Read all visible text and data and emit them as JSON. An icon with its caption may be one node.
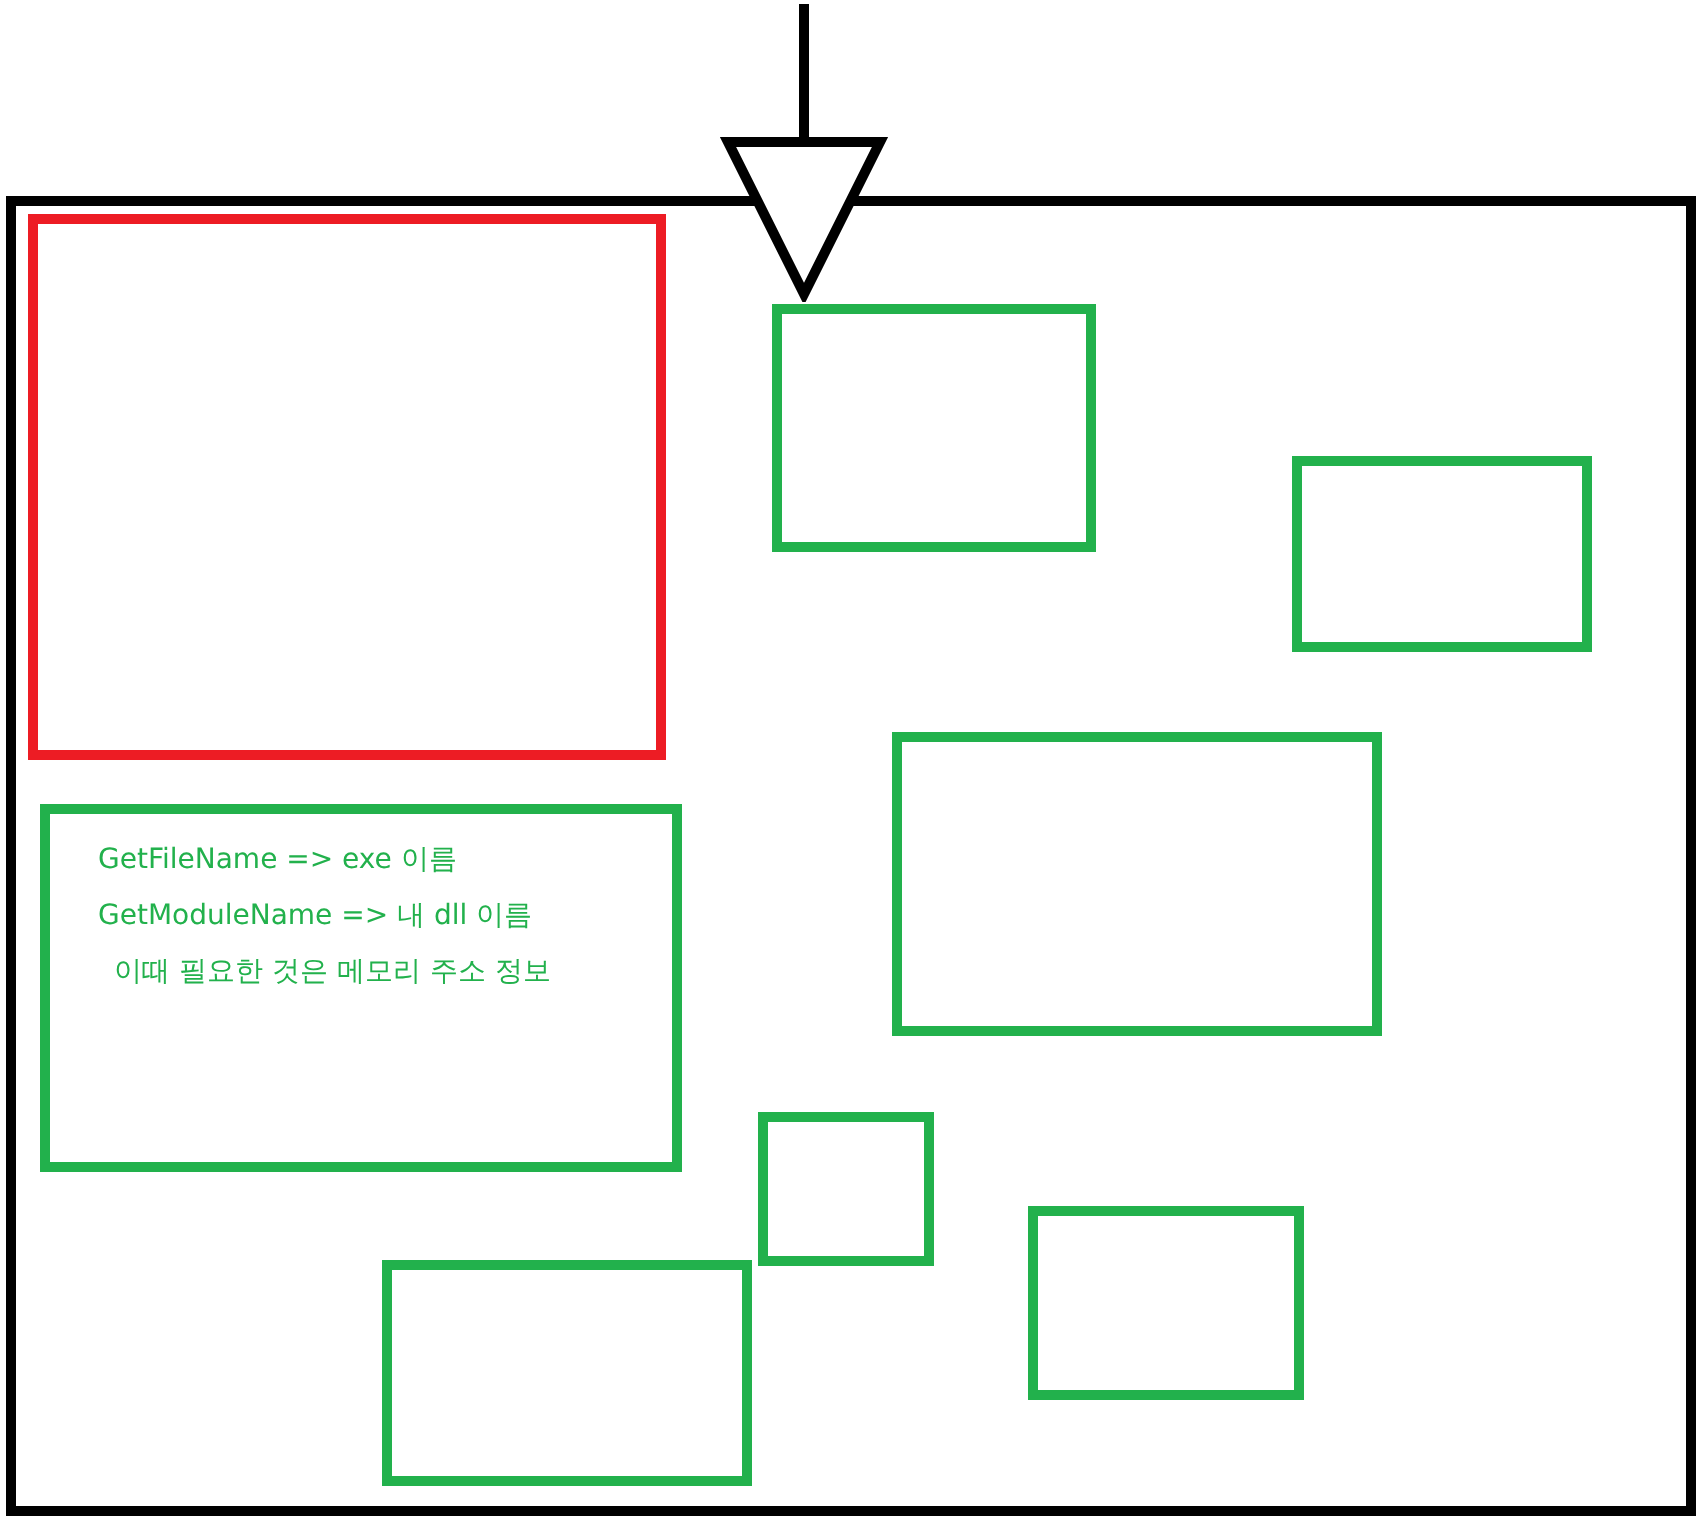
{
  "diagram": {
    "nodes": [
      {
        "text": [],
        "shape": "box"
      },
      {
        "text": [],
        "shape": "box",
        "in": 0
      },
      {
        "text": [],
        "shape": "box",
        "in": 0
      },
      {
        "text": [],
        "shape": "box",
        "in": 0
      },
      {
        "text": [],
        "shape": "box",
        "in": 0
      },
      {
        "text": [
          "GetFileName => exe 이름",
          "GetModuleName => 내 dll 이름",
          "이때 필요한 것은 메모리 주소 정보"
        ],
        "in": 0
      },
      {
        "text": [],
        "shape": "box",
        "in": 0
      },
      {
        "text": [],
        "shape": "box",
        "in": 0
      },
      {
        "text": [],
        "shape": "box",
        "in": 0
      }
    ],
    "edges": [
      {
        "from": null,
        "to": 2,
        "arrow": "to"
      }
    ]
  }
}
